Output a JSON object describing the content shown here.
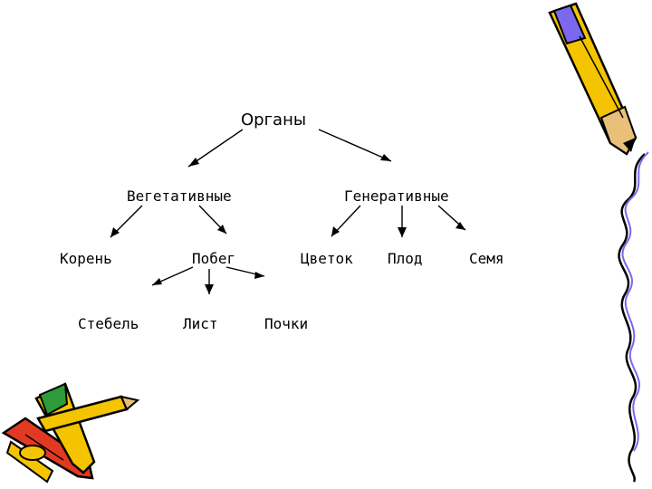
{
  "diagram": {
    "root": "Органы",
    "categories": [
      {
        "label": "Вегетативные",
        "children": [
          "Корень",
          "Побег"
        ]
      },
      {
        "label": "Генеративные",
        "children": [
          "Цветок",
          "Плод",
          "Семя"
        ]
      }
    ],
    "shoot_parts": [
      "Стебель",
      "Лист",
      "Почки"
    ]
  },
  "decor": {
    "pencil_body_color": "#F5C400",
    "pencil_outline_color": "#000000",
    "vine_color": "#7B68EE",
    "red_pencil_color": "#E23A22",
    "green_cap_color": "#2E9B3A"
  }
}
